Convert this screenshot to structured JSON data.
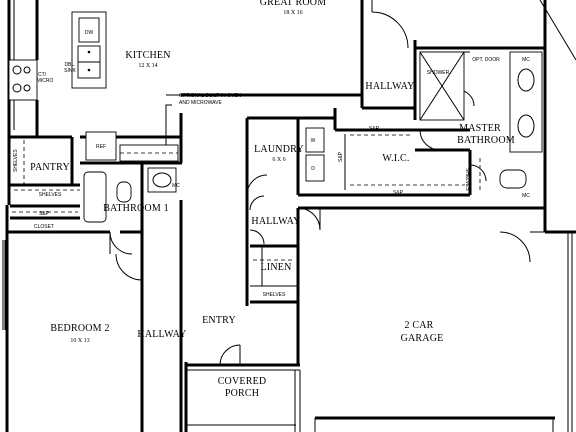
{
  "rooms": {
    "great_room": {
      "name": "GREAT ROOM",
      "dims": "18 X 16"
    },
    "kitchen": {
      "name": "KITCHEN",
      "dims": "12 X 14"
    },
    "pantry": {
      "name": "PANTRY"
    },
    "bathroom1": {
      "name": "BATHROOM 1"
    },
    "bedroom2": {
      "name": "BEDROOM 2",
      "dims": "10 X 13"
    },
    "hallway_left": {
      "name": "HALLWAY"
    },
    "entry": {
      "name": "ENTRY"
    },
    "covered_porch": {
      "line1": "COVERED",
      "line2": "PORCH"
    },
    "laundry": {
      "name": "LAUNDRY",
      "dims": "6 X 6"
    },
    "hallway_mid": {
      "name": "HALLWAY"
    },
    "linen": {
      "name": "LINEN"
    },
    "wic": {
      "name": "W.I.C."
    },
    "hallway_top": {
      "name": "HALLWAY"
    },
    "master_bath": {
      "line1": "MASTER",
      "line2": "BATHROOM"
    },
    "garage": {
      "line1": "2 CAR",
      "line2": "GARAGE"
    }
  },
  "fixtures": {
    "dw": "DW",
    "dbl_sink": "DBL.\nSINK",
    "dbl_line1": "DBL.",
    "dbl_line2": "SINK",
    "ct_line1": "CT/",
    "ct_line2": "MICRO",
    "ref": "REF",
    "optional_line1": "OPTIONAL BUILT-IN OVEN",
    "optional_line2": "AND MICROWAVE",
    "shelves_pantry_side": "SHELVES",
    "shelves_pantry_bottom": "SHELVES",
    "sp_hall": "S&P",
    "closet": "CLOSET",
    "mc_bath1": "MC",
    "w": "W",
    "d": "D",
    "shelves_linen": "SHELVES",
    "sp_wic_top": "S&P",
    "sp_wic_left": "S&P",
    "sp_wic_bottom": "S&P",
    "shower": "SHOWER",
    "opt_door": "OPT. DOOR",
    "mc_top": "MC",
    "mc_bottom": "MC",
    "shelves_master": "SHELVES"
  }
}
